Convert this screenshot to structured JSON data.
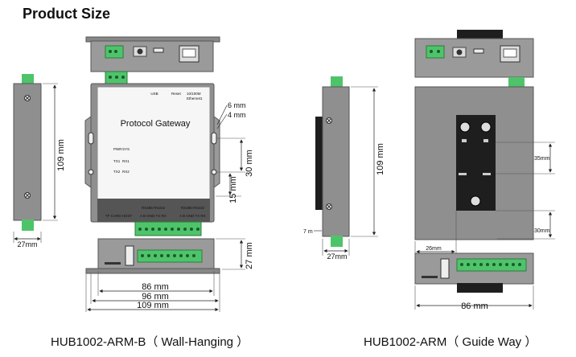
{
  "title": "Product Size",
  "device_front": {
    "name": "Protocol Gateway",
    "pwr": "PWR",
    "sys": "SYS",
    "tx1": "TX1",
    "rx1": "RX1",
    "tx2": "TX2",
    "rx2": "RX2",
    "usb": "USB",
    "reset": "Reset",
    "eth": "10/100M",
    "eth2": "Ethernet1",
    "bottom_left": "TF CARD HOST",
    "port1": "RS485-RS232",
    "port2": "RS485-RS232",
    "pins": "A B GND TX RX"
  },
  "dims": {
    "hole1": "6 mm",
    "hole2": "4 mm",
    "d30": "30 mm",
    "d15": "15 mm",
    "d109": "109 mm",
    "d27": "27mm",
    "d27b": "27 mm",
    "d86": "86 mm",
    "d96": "96 mm",
    "d109w": "109 mm",
    "g109": "109 mm",
    "g27": "27mm",
    "g7": "7 m",
    "g35": "35mm",
    "g30": "30mm",
    "g26": "26mm",
    "g86": "86 mm"
  },
  "captions": {
    "left": "HUB1002-ARM-B（ Wall-Hanging ）",
    "right": "HUB1002-ARM（ Guide Way ）"
  },
  "colors": {
    "body_gray": "#8f8f8f",
    "front_white": "#f6f6f6",
    "terminal_green": "#4ec46a",
    "rail_black": "#1e1e1e"
  }
}
